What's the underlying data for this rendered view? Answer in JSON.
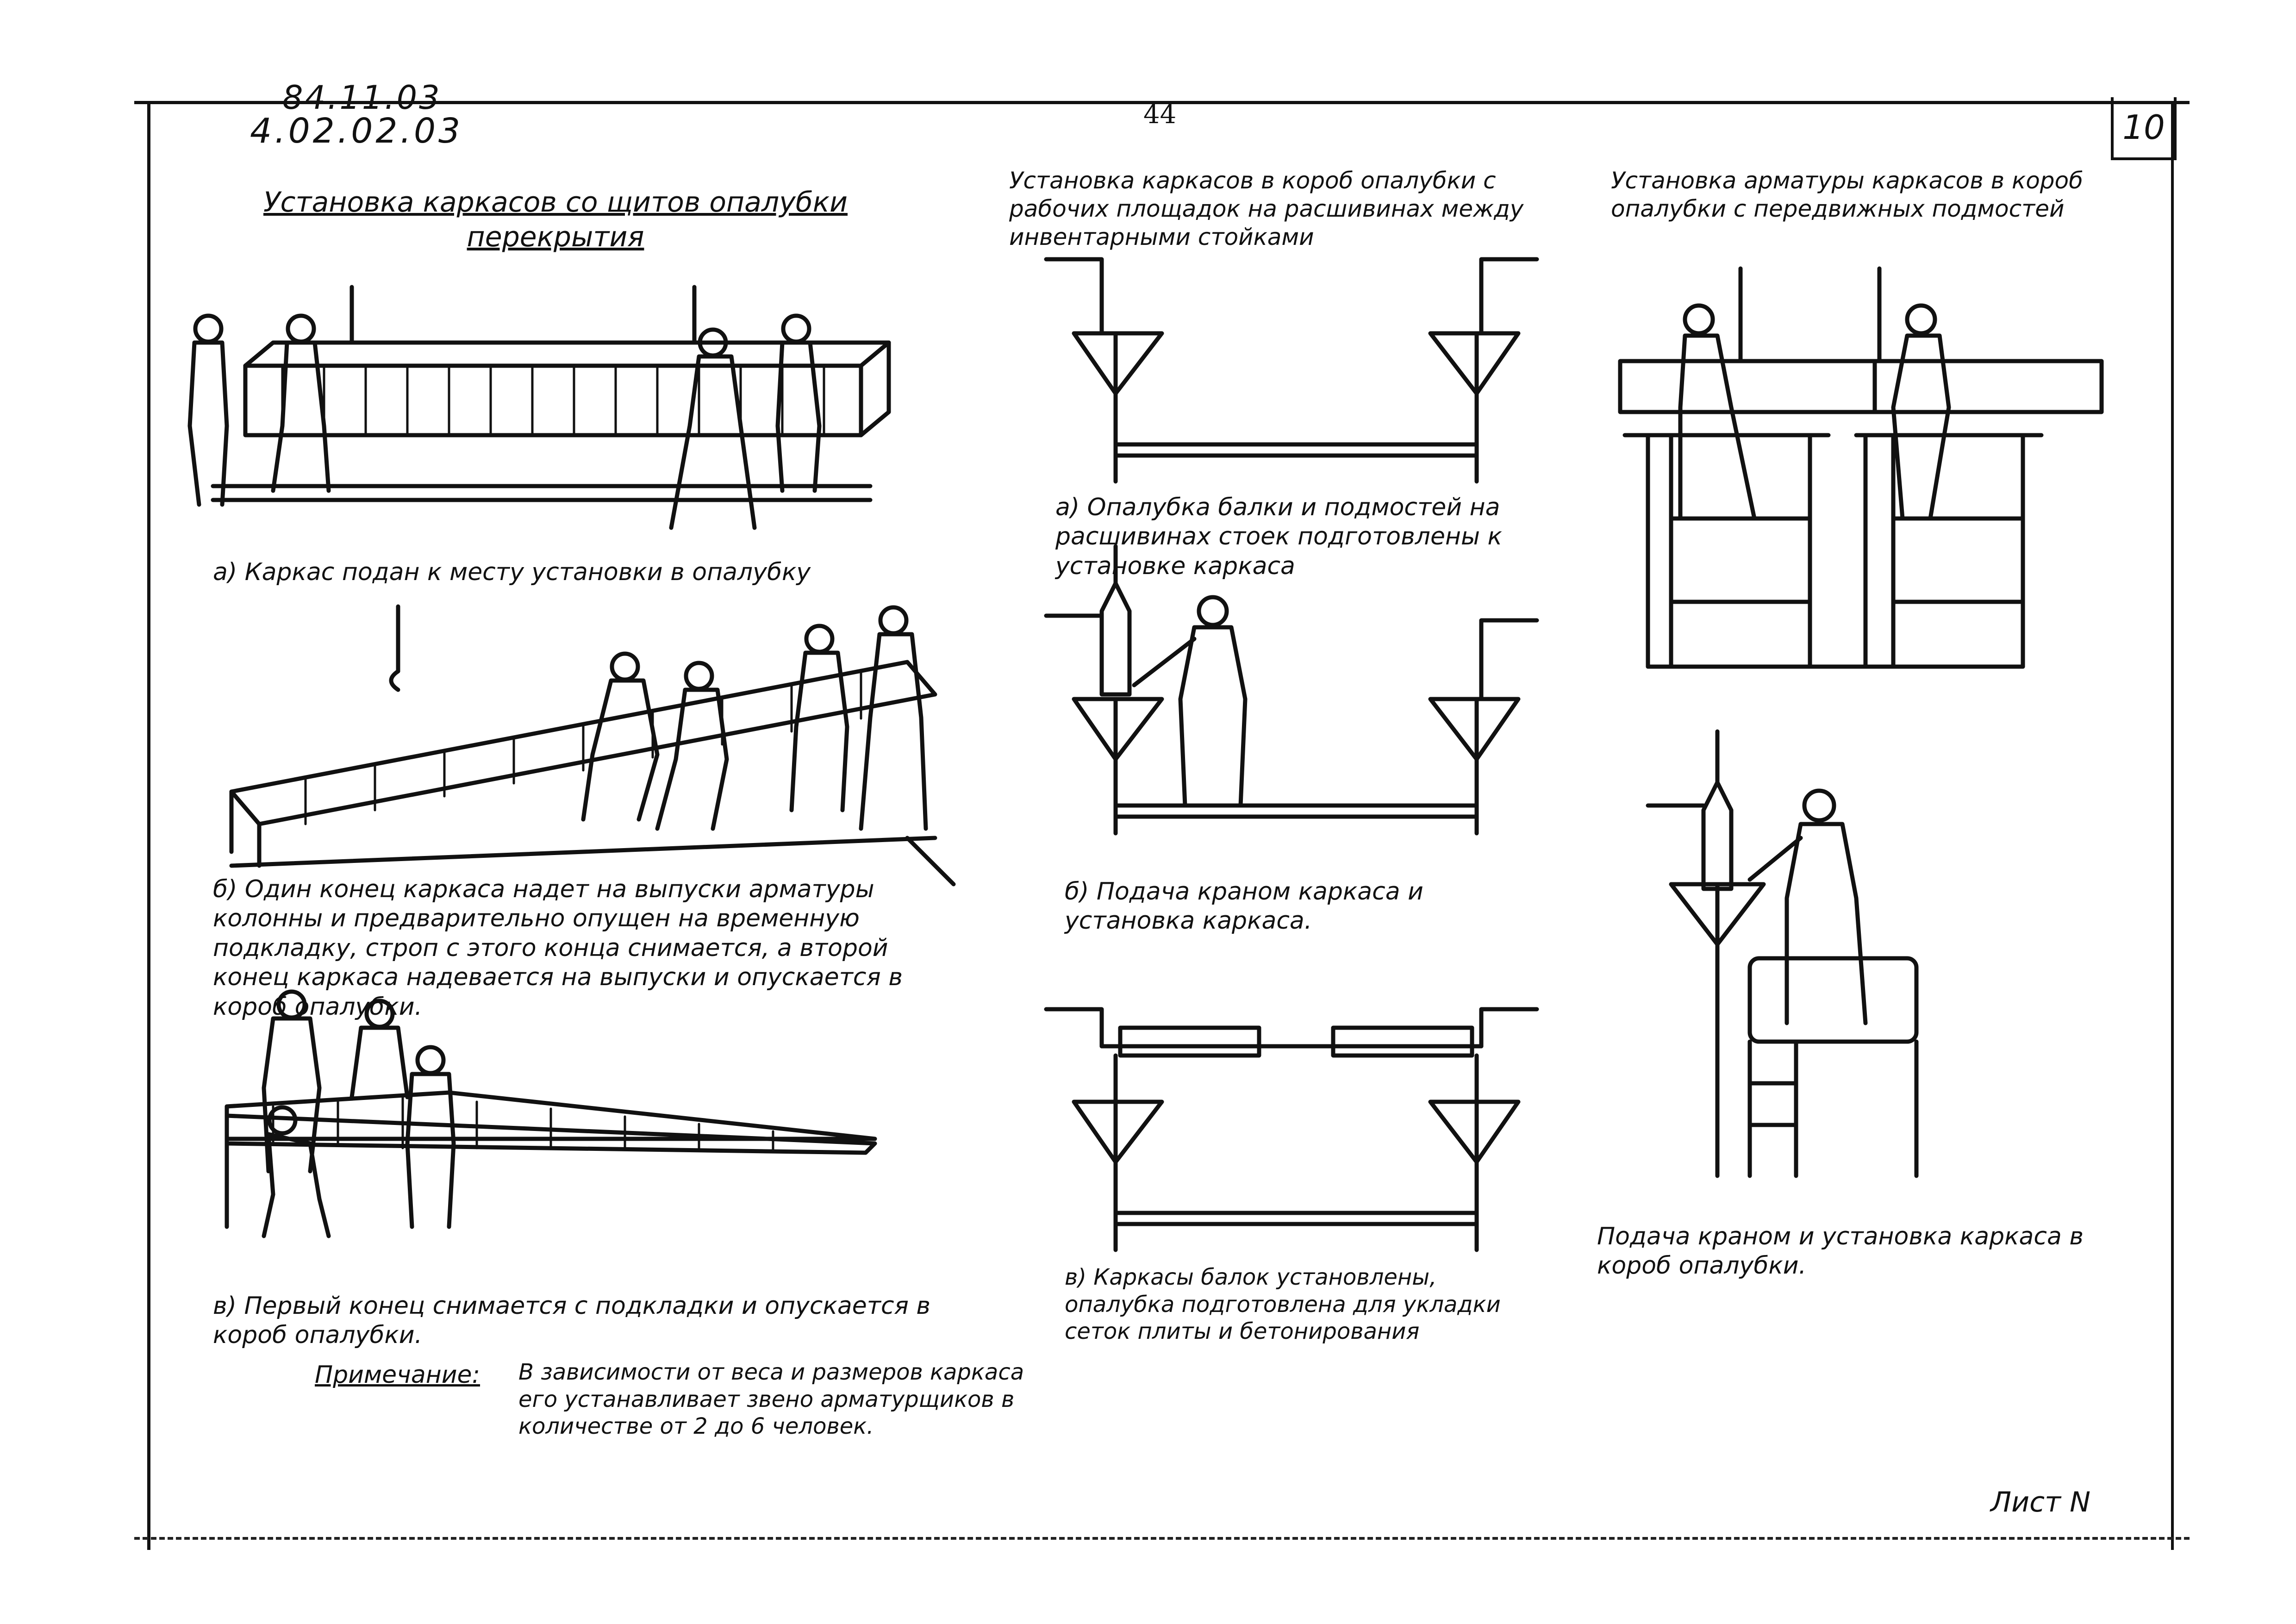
{
  "header": {
    "code_line1": "84.11.03",
    "code_line2": "4.02.02.03",
    "page_number": "44",
    "sheet_box": "10"
  },
  "left": {
    "title_line1": "Установка каркасов со щитов опалубки",
    "title_line2": "перекрытия",
    "caption_a": "а) Каркас подан к месту установки в опалубку",
    "caption_b": "б) Один конец каркаса надет на выпуски арматуры колонны и предварительно опущен на временную подкладку, строп с этого конца снимается, а второй конец каркаса надевается на выпуски и опускается в короб опалубки.",
    "caption_c": "в) Первый конец снимается с подкладки и опускается в короб опалубки."
  },
  "middle": {
    "title": "Установка каркасов в короб опалубки с рабочих площадок на расшивинах между инвентарными стойками",
    "caption_a": "а) Опалубка балки и подмостей на расшивинах стоек подготовлены к установке каркаса",
    "caption_b": "б) Подача краном каркаса и установка каркаса.",
    "caption_c": "в) Каркасы балок установлены, опалубка подготовлена для укладки сеток плиты и бетонирования"
  },
  "right": {
    "title": "Установка арматуры каркасов в короб опалубки с передвижных подмостей",
    "caption": "Подача краном и установка каркаса в короб опалубки."
  },
  "note": {
    "label": "Примечание:",
    "text": "В зависимости от веса и размеров каркаса его устанавливает звено арматурщиков в количестве от 2 до 6 человек."
  },
  "footer": {
    "sheet_label": "Лист N"
  }
}
